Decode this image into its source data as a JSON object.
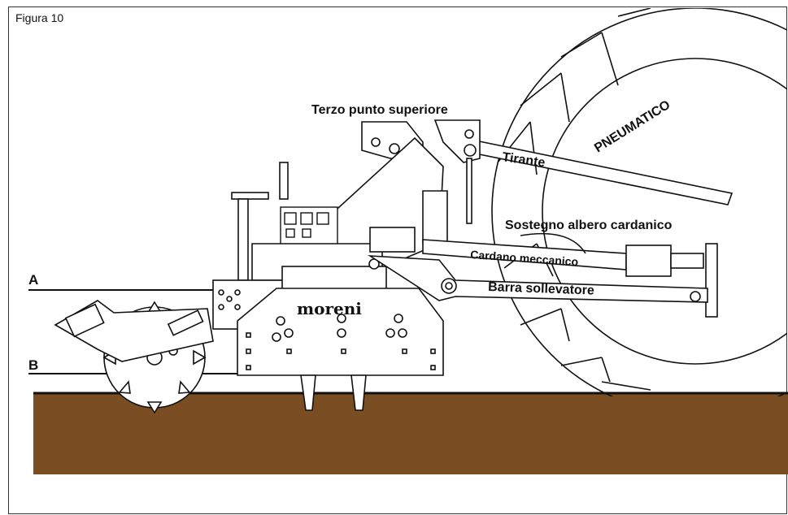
{
  "figure": {
    "caption": "Figura 10",
    "brand": "moreni",
    "line_a": "A",
    "line_b": "B",
    "labels": {
      "top_link": "Terzo punto superiore",
      "tie_rod": "Tirante",
      "tyre": "PNEUMATICO",
      "pto_support": "Sostegno albero cardanico",
      "pto_shaft": "Cardano meccanico",
      "lift_arm": "Barra sollevatore"
    }
  },
  "colors": {
    "soil": "#7a4e22",
    "line": "#111111",
    "background": "#ffffff"
  }
}
